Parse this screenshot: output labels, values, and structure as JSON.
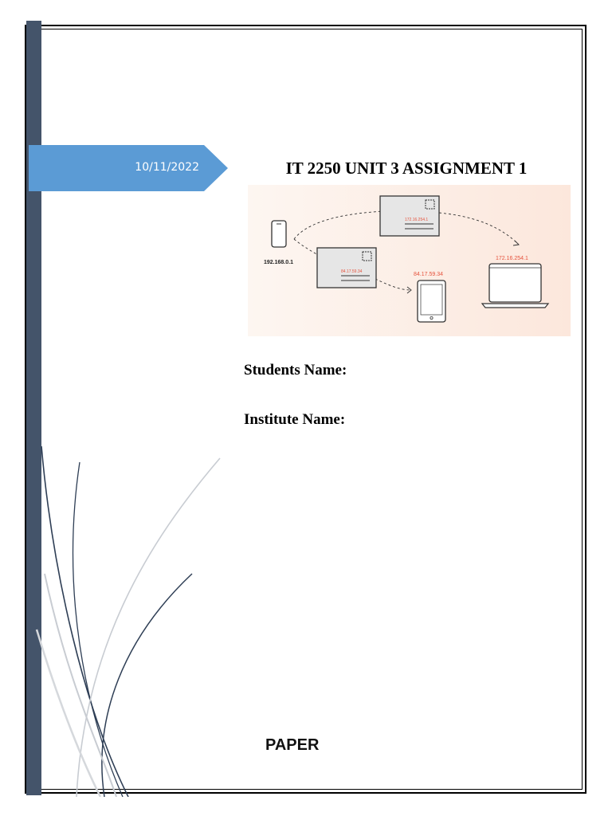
{
  "cover": {
    "date": "10/11/2022",
    "title": "IT 2250 UNIT 3 ASSIGNMENT 1",
    "students_name_label": "Students Name:",
    "institute_name_label": "Institute Name:",
    "footer_label": "PAPER"
  },
  "illustration": {
    "phone_ip": "192.168.0.1",
    "envelope_top_ip": "172.16.254.1",
    "envelope_bottom_ip": "84.17.59.34",
    "tablet_ip": "84.17.59.34",
    "laptop_ip": "172.16.254.1"
  },
  "colors": {
    "banner": "#5b9bd5",
    "side_bar": "#44546a",
    "ip_highlight": "#e5533d",
    "illustration_bg": "#fdf1ea"
  }
}
